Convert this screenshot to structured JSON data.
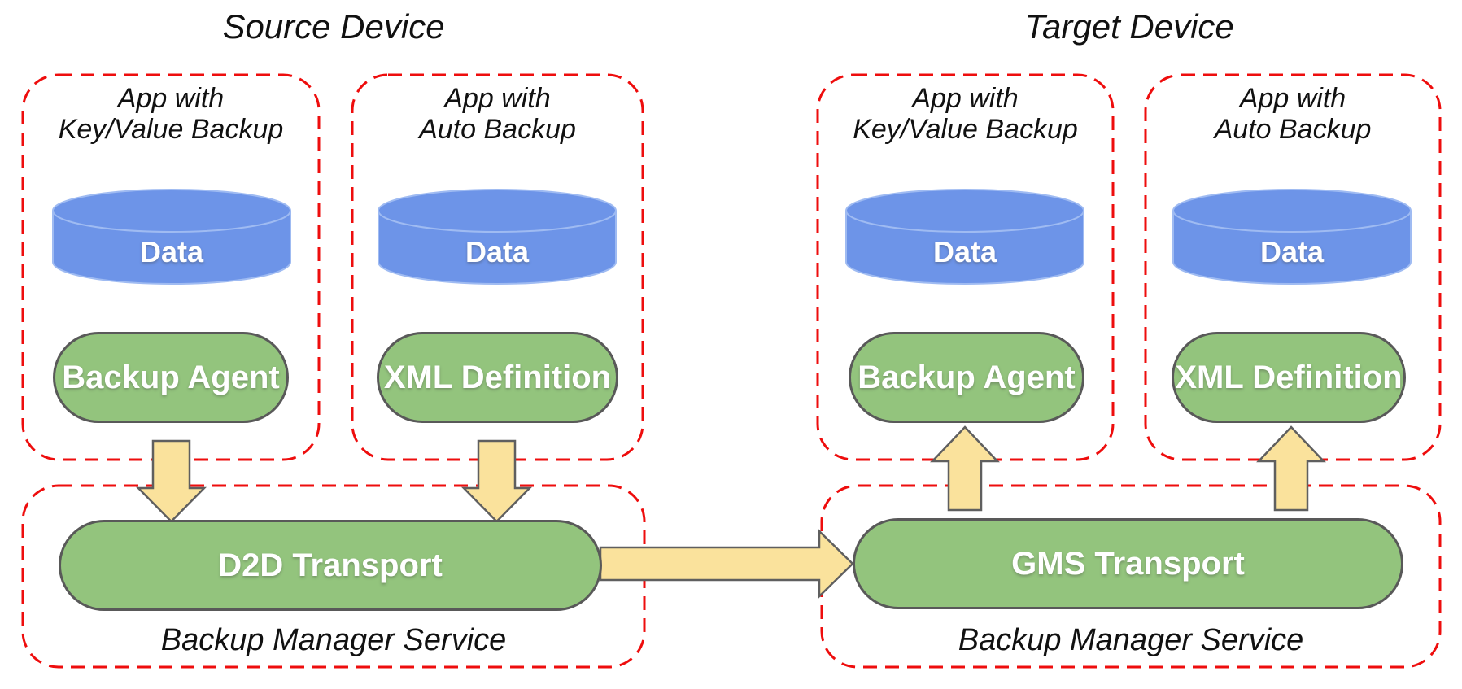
{
  "source_device": {
    "title": "Source Device",
    "apps": [
      {
        "name_line1": "App with",
        "name_line2": "Key/Value Backup",
        "data_store": "Data",
        "component": "Backup Agent"
      },
      {
        "name_line1": "App with",
        "name_line2": "Auto Backup",
        "data_store": "Data",
        "component": "XML Definition"
      }
    ],
    "backup_service": {
      "transport": "D2D Transport",
      "label": "Backup Manager Service"
    }
  },
  "target_device": {
    "title": "Target Device",
    "apps": [
      {
        "name_line1": "App with",
        "name_line2": "Key/Value Backup",
        "data_store": "Data",
        "component": "Backup Agent"
      },
      {
        "name_line1": "App with",
        "name_line2": "Auto Backup",
        "data_store": "Data",
        "component": "XML Definition"
      }
    ],
    "backup_service": {
      "transport": "GMS Transport",
      "label": "Backup Manager Service"
    }
  },
  "colors": {
    "dashed_box_red": "#ee0d0d",
    "component_green": "#93c47d",
    "component_border": "#595959",
    "data_blue": "#6d94e8",
    "data_blue_stroke": "#9fbbf2",
    "arrow_yellow": "#fae29c",
    "arrow_border": "#5f5f5f",
    "text_black": "#111111",
    "text_white": "#ffffff"
  }
}
